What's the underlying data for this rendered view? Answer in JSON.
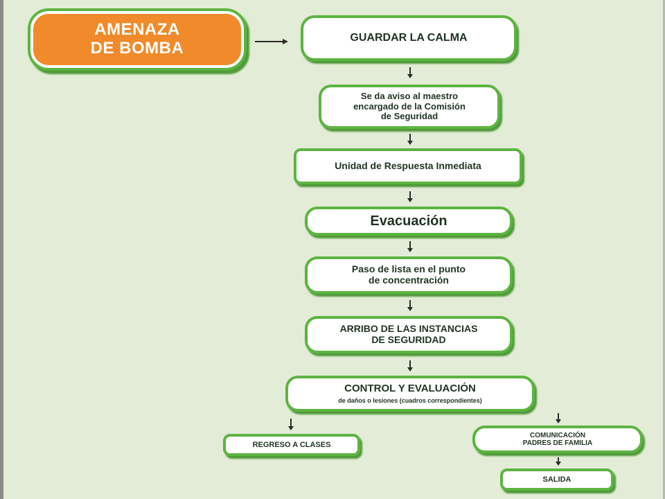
{
  "diagram": {
    "start": {
      "label_line1": "AMENAZA",
      "label_line2": "DE BOMBA"
    },
    "steps": {
      "guardar_calma": "GUARDAR LA CALMA",
      "aviso_line1": "Se da aviso al maestro",
      "aviso_line2": "encargado de la Comisión",
      "aviso_line3": "de Seguridad",
      "unidad": "Unidad de Respuesta Inmediata",
      "evacuacion": "Evacuación",
      "lista_line1": "Paso de lista en el punto",
      "lista_line2": "de concentración",
      "arribo_line1": "ARRIBO DE LAS INSTANCIAS",
      "arribo_line2": "DE SEGURIDAD",
      "control_title": "CONTROL Y EVALUACIÓN",
      "control_sub": "de daños o lesiones (cuadros correspondientes)",
      "regreso": "REGRESO A CLASES",
      "comunicacion_line1": "COMUNICACIÓN",
      "comunicacion_line2": "PADRES DE FAMILIA",
      "salida": "SALIDA"
    }
  }
}
